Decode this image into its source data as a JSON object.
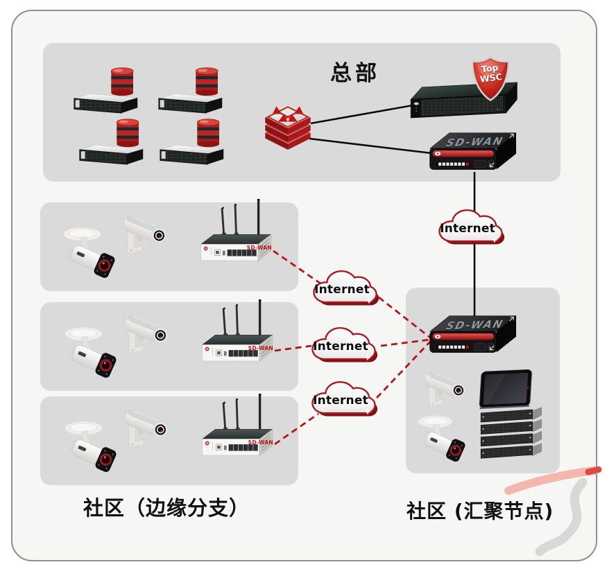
{
  "hq": {
    "title": "总部",
    "shield": {
      "line1": "Top",
      "line2": "WSC"
    },
    "appliance_label": "SD-WAN"
  },
  "edge": {
    "label": "社区（边缘分支）",
    "router_label": "SD-WAN"
  },
  "aggregation": {
    "label": "社区 (汇聚节点)",
    "appliance_label": "SD-WAN"
  },
  "internet_label": "Internet",
  "colors": {
    "accent_red": "#c01518",
    "dashed_link": "#b51518",
    "zone_gray": "#dadada",
    "cloud_outline": "#a81b1e",
    "panel_border": "#8f8f8f"
  }
}
